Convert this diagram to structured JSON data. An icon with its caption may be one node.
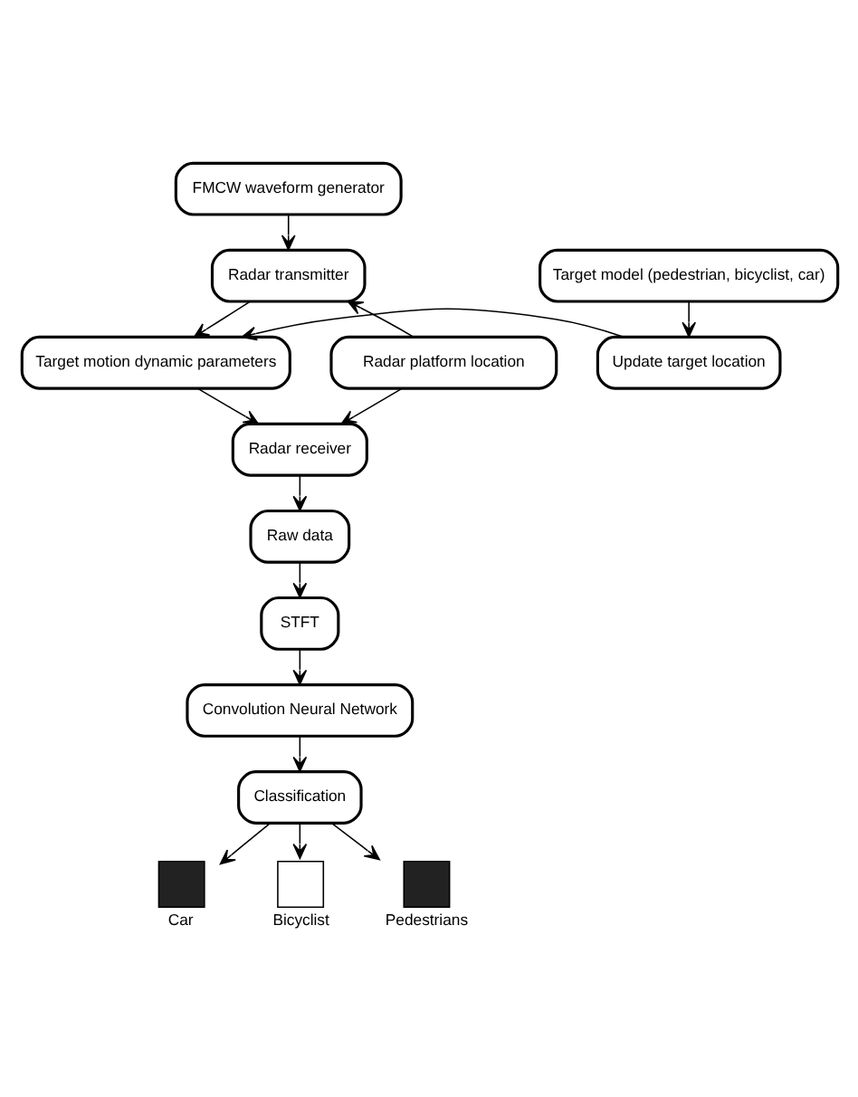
{
  "diagram": {
    "nodes": [
      {
        "text": [
          "FMCW waveform generator"
        ]
      },
      {
        "text": [
          "Radar transmitter"
        ]
      },
      {
        "text": [
          "Target model (pedestrian, bicyclist, car)"
        ]
      },
      {
        "text": [
          "Radar platform location"
        ]
      },
      {
        "text": [
          "Target motion dynamic parameters"
        ]
      },
      {
        "text": [
          "Update target location"
        ]
      },
      {
        "text": [
          "Radar receiver"
        ]
      },
      {
        "text": [
          "Raw data"
        ]
      },
      {
        "text": [
          "STFT"
        ]
      },
      {
        "text": [
          "Convolution Neural Network"
        ]
      },
      {
        "text": [
          "Classification"
        ]
      },
      {
        "text": [],
        "shape": "car",
        "beside": [
          "Car"
        ]
      },
      {
        "text": [],
        "shape": "bicycle",
        "beside": [
          "Bicyclist"
        ]
      },
      {
        "text": [],
        "shape": "person",
        "beside": [
          "Pedestrians"
        ]
      }
    ],
    "edges": [
      {
        "from": 0,
        "to": 1,
        "arrow": "to"
      },
      {
        "from": 1,
        "to": 4,
        "arrow": "to"
      },
      {
        "from": 3,
        "to": 1,
        "arrow": "to"
      },
      {
        "from": 3,
        "to": 6,
        "arrow": "to"
      },
      {
        "from": 2,
        "to": 5,
        "arrow": "to"
      },
      {
        "from": 5,
        "to": 4,
        "arrow": "to"
      },
      {
        "from": 4,
        "to": 6,
        "arrow": "to"
      },
      {
        "from": 6,
        "to": 7,
        "arrow": "to"
      },
      {
        "from": 7,
        "to": 8,
        "arrow": "to"
      },
      {
        "from": 8,
        "to": 9,
        "arrow": "to"
      },
      {
        "from": 9,
        "to": 10,
        "arrow": "to"
      },
      {
        "from": 10,
        "to": 11,
        "arrow": "to"
      },
      {
        "from": 10,
        "to": 12,
        "arrow": "to"
      },
      {
        "from": 10,
        "to": 13,
        "arrow": "to"
      }
    ]
  }
}
